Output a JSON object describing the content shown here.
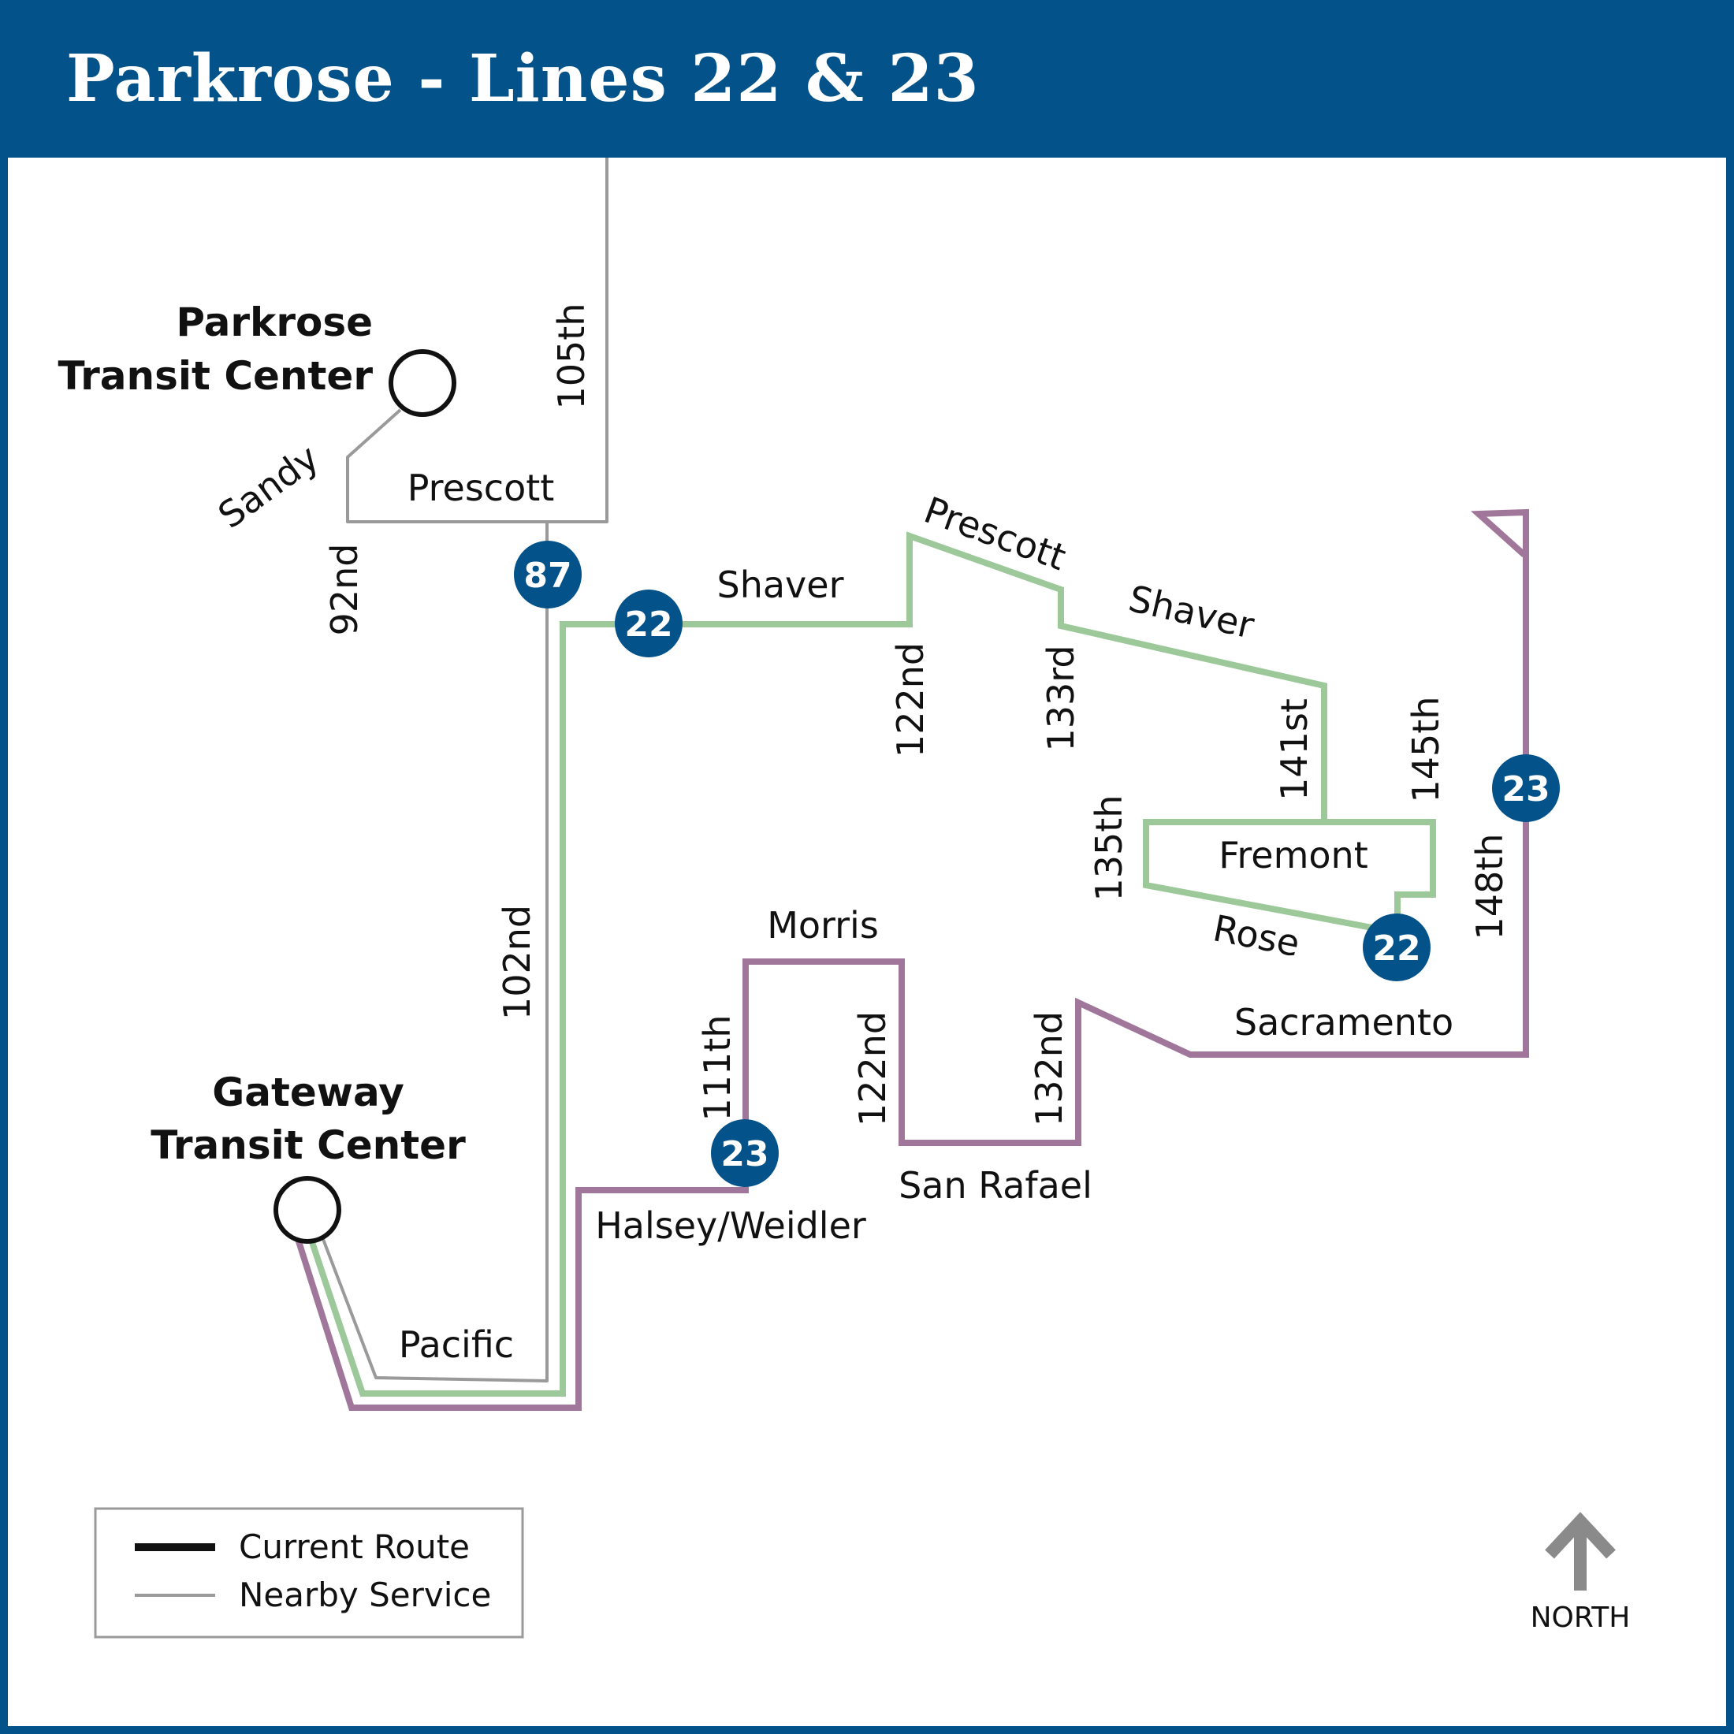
{
  "title": "Parkrose - Lines 22 & 23",
  "colors": {
    "header": "#03528a",
    "line22": "#9dc89a",
    "line23": "#a0779a",
    "nearby": "#9a9a9a",
    "badge": "#03528a"
  },
  "stations": {
    "parkrose_line1": "Parkrose",
    "parkrose_line2": "Transit Center",
    "gateway_line1": "Gateway",
    "gateway_line2": "Transit Center"
  },
  "streets": {
    "sandy": "Sandy",
    "prescott_west": "Prescott",
    "s105th": "105th",
    "s92nd": "92nd",
    "shaver_west": "Shaver",
    "prescott_east": "Prescott",
    "shaver_east": "Shaver",
    "s122nd_north": "122nd",
    "s133rd": "133rd",
    "s141st": "141st",
    "s145th": "145th",
    "s135th": "135th",
    "fremont": "Fremont",
    "rose": "Rose",
    "s148th": "148th",
    "s102nd": "102nd",
    "morris": "Morris",
    "s111th": "111th",
    "s122nd_south": "122nd",
    "s132nd": "132nd",
    "sacramento": "Sacramento",
    "san_rafael": "San Rafael",
    "halsey_weidler": "Halsey/Weidler",
    "pacific": "Pacific"
  },
  "badges": {
    "b87": "87",
    "b22_west": "22",
    "b22_east": "22",
    "b23_east": "23",
    "b23_west": "23"
  },
  "legend": {
    "current_route": "Current Route",
    "nearby_service": "Nearby Service"
  },
  "north_label": "NORTH"
}
